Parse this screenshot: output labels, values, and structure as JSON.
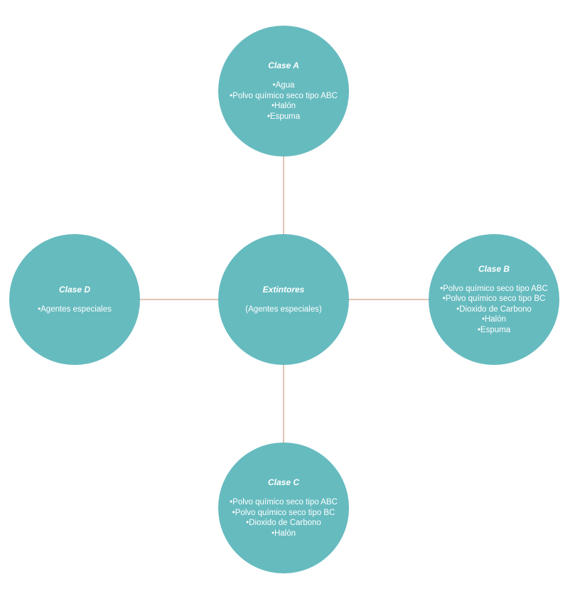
{
  "colors": {
    "node_fill": "#66bbbf",
    "connector": "#e2c4b6",
    "text": "#ffffff"
  },
  "center": {
    "title": "Extintores",
    "subtitle": "(Agentes especiales)"
  },
  "clase_a": {
    "title": "Clase A",
    "items": [
      "Agua",
      "Polvo químico seco tipo ABC",
      "Halón",
      "Espuma"
    ]
  },
  "clase_b": {
    "title": "Clase B",
    "items": [
      "Polvo químico seco tipo ABC",
      "Polvo químico seco tipo BC",
      "Dioxido de Carbono",
      "Halón",
      "Espuma"
    ]
  },
  "clase_c": {
    "title": "Clase C",
    "items": [
      "Polvo químico seco tipo ABC",
      "Polvo químico seco tipo BC",
      "Dioxido de Carbono",
      "Halón"
    ]
  },
  "clase_d": {
    "title": "Clase D",
    "items": [
      "Agentes especiales"
    ]
  }
}
